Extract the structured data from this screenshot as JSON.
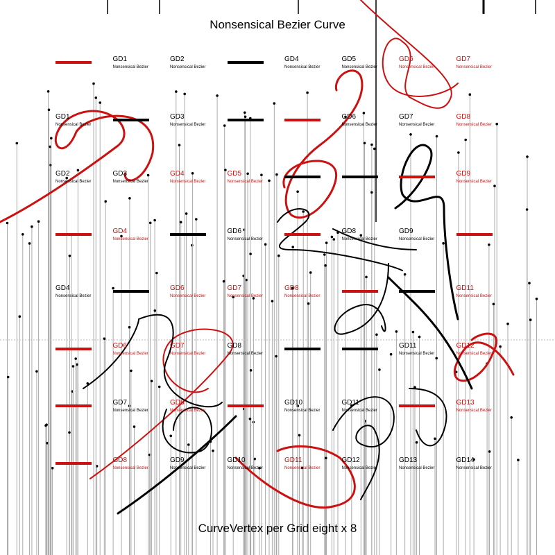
{
  "title": "Nonsensical Bezier Curve",
  "footer": "CurveVertex per Grid eight x 8",
  "colors": {
    "red": "#cc1111",
    "black": "#000000",
    "line_gray": "#aaaaaa"
  },
  "grid": [
    [
      {
        "label": "",
        "color": "red",
        "bar": true
      },
      {
        "label": "GD1",
        "color": "black"
      },
      {
        "label": "GD2",
        "color": "black"
      },
      {
        "label": "",
        "color": "black",
        "bar": true
      },
      {
        "label": "GD4",
        "color": "black"
      },
      {
        "label": "GD5",
        "color": "black"
      },
      {
        "label": "GD6",
        "color": "red"
      },
      {
        "label": "GD7",
        "color": "red"
      }
    ],
    [
      {
        "label": "GD1",
        "color": "black"
      },
      {
        "label": "",
        "color": "black",
        "bar": true
      },
      {
        "label": "GD3",
        "color": "black"
      },
      {
        "label": "",
        "color": "black",
        "bar": true
      },
      {
        "label": "",
        "color": "red",
        "bar": true
      },
      {
        "label": "GD6",
        "color": "black"
      },
      {
        "label": "GD7",
        "color": "black"
      },
      {
        "label": "GD8",
        "color": "red"
      }
    ],
    [
      {
        "label": "GD2",
        "color": "black"
      },
      {
        "label": "GD3",
        "color": "black"
      },
      {
        "label": "GD4",
        "color": "red"
      },
      {
        "label": "GD5",
        "color": "red"
      },
      {
        "label": "",
        "color": "black",
        "bar": true
      },
      {
        "label": "",
        "color": "black",
        "bar": true
      },
      {
        "label": "",
        "color": "red",
        "bar": true
      },
      {
        "label": "GD9",
        "color": "red"
      }
    ],
    [
      {
        "label": "",
        "color": "red",
        "bar": true
      },
      {
        "label": "GD4",
        "color": "red"
      },
      {
        "label": "",
        "color": "black",
        "bar": true
      },
      {
        "label": "GD6",
        "color": "black"
      },
      {
        "label": "",
        "color": "red",
        "bar": true
      },
      {
        "label": "GD8",
        "color": "black"
      },
      {
        "label": "GD9",
        "color": "black"
      },
      {
        "label": "",
        "color": "red",
        "bar": true
      }
    ],
    [
      {
        "label": "GD4",
        "color": "black"
      },
      {
        "label": "",
        "color": "black",
        "bar": true
      },
      {
        "label": "GD6",
        "color": "red"
      },
      {
        "label": "GD7",
        "color": "red"
      },
      {
        "label": "GD8",
        "color": "red"
      },
      {
        "label": "",
        "color": "red",
        "bar": true
      },
      {
        "label": "",
        "color": "black",
        "bar": true
      },
      {
        "label": "GD11",
        "color": "red"
      }
    ],
    [
      {
        "label": "",
        "color": "red",
        "bar": true
      },
      {
        "label": "GD6",
        "color": "red"
      },
      {
        "label": "GD7",
        "color": "red"
      },
      {
        "label": "GD8",
        "color": "black"
      },
      {
        "label": "",
        "color": "black",
        "bar": true
      },
      {
        "label": "",
        "color": "black",
        "bar": true
      },
      {
        "label": "GD11",
        "color": "black"
      },
      {
        "label": "GD12",
        "color": "red"
      }
    ],
    [
      {
        "label": "",
        "color": "red",
        "bar": true
      },
      {
        "label": "GD7",
        "color": "black"
      },
      {
        "label": "GD8",
        "color": "red"
      },
      {
        "label": "",
        "color": "red",
        "bar": true
      },
      {
        "label": "GD10",
        "color": "black"
      },
      {
        "label": "GD11",
        "color": "black"
      },
      {
        "label": "",
        "color": "red",
        "bar": true
      },
      {
        "label": "GD13",
        "color": "red"
      }
    ],
    [
      {
        "label": "",
        "color": "red",
        "bar": true
      },
      {
        "label": "GD8",
        "color": "red"
      },
      {
        "label": "GD9",
        "color": "black"
      },
      {
        "label": "GD10",
        "color": "black"
      },
      {
        "label": "GD11",
        "color": "red"
      },
      {
        "label": "GD12",
        "color": "black"
      },
      {
        "label": "GD13",
        "color": "black"
      },
      {
        "label": "GD14",
        "color": "black"
      }
    ]
  ],
  "subtitle": "Nonsensical Bezier"
}
